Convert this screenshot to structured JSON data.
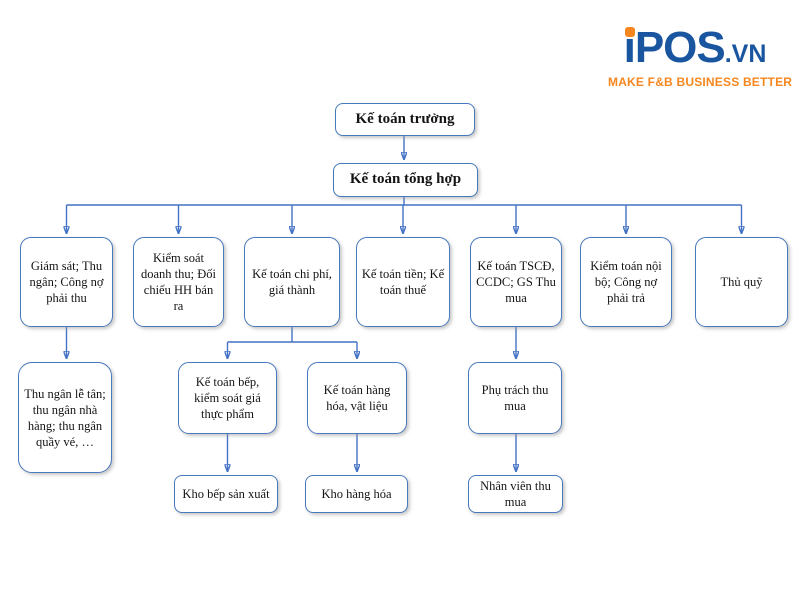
{
  "logo": {
    "i_stem": "ı",
    "pos": "POS",
    "vn": ".vn",
    "tagline": "MAKE F&B BUSINESS BETTER",
    "brand_blue": "#1a56a0",
    "accent_orange": "#f6871f"
  },
  "org": {
    "line_color": "#4472C4",
    "nodes": {
      "truong": {
        "label": "Kế toán trưởng"
      },
      "tonghop": {
        "label": "Kế toán tổng hợp"
      },
      "giamsat": {
        "label": "Giám sát; Thu ngân; Công nợ phải thu"
      },
      "kiemsoat": {
        "label": "Kiểm soát doanh thu; Đối chiếu HH bán ra"
      },
      "chiphi": {
        "label": "Kế toán chi phí, giá thành"
      },
      "tien": {
        "label": "Kế toán tiền; Kế toán thuế"
      },
      "tscd": {
        "label": "Kế toán TSCĐ, CCDC; GS Thu mua"
      },
      "kiemtoan": {
        "label": "Kiểm toán nội bộ; Công nợ phải trả"
      },
      "thuquy": {
        "label": "Thủ quỹ"
      },
      "thungan": {
        "label": "Thu ngân lễ tân; thu ngân nhà hàng; thu ngân quầy vé, …"
      },
      "bep": {
        "label": "Kế toán bếp, kiểm soát giá thực phẩm"
      },
      "hanghoa": {
        "label": "Kế toán hàng hóa, vật liệu"
      },
      "phutrach": {
        "label": "Phụ trách thu mua"
      },
      "khobep": {
        "label": "Kho bếp sản xuất"
      },
      "khohang": {
        "label": "Kho hàng hóa"
      },
      "nhanvien": {
        "label": "Nhân viên thu mua"
      }
    },
    "edges": [
      [
        "truong",
        "tonghop"
      ],
      [
        "tonghop",
        "giamsat"
      ],
      [
        "tonghop",
        "kiemsoat"
      ],
      [
        "tonghop",
        "chiphi"
      ],
      [
        "tonghop",
        "tien"
      ],
      [
        "tonghop",
        "tscd"
      ],
      [
        "tonghop",
        "kiemtoan"
      ],
      [
        "tonghop",
        "thuquy"
      ],
      [
        "giamsat",
        "thungan"
      ],
      [
        "chiphi",
        "bep"
      ],
      [
        "chiphi",
        "hanghoa"
      ],
      [
        "tscd",
        "phutrach"
      ],
      [
        "bep",
        "khobep"
      ],
      [
        "hanghoa",
        "khohang"
      ],
      [
        "phutrach",
        "nhanvien"
      ]
    ]
  }
}
